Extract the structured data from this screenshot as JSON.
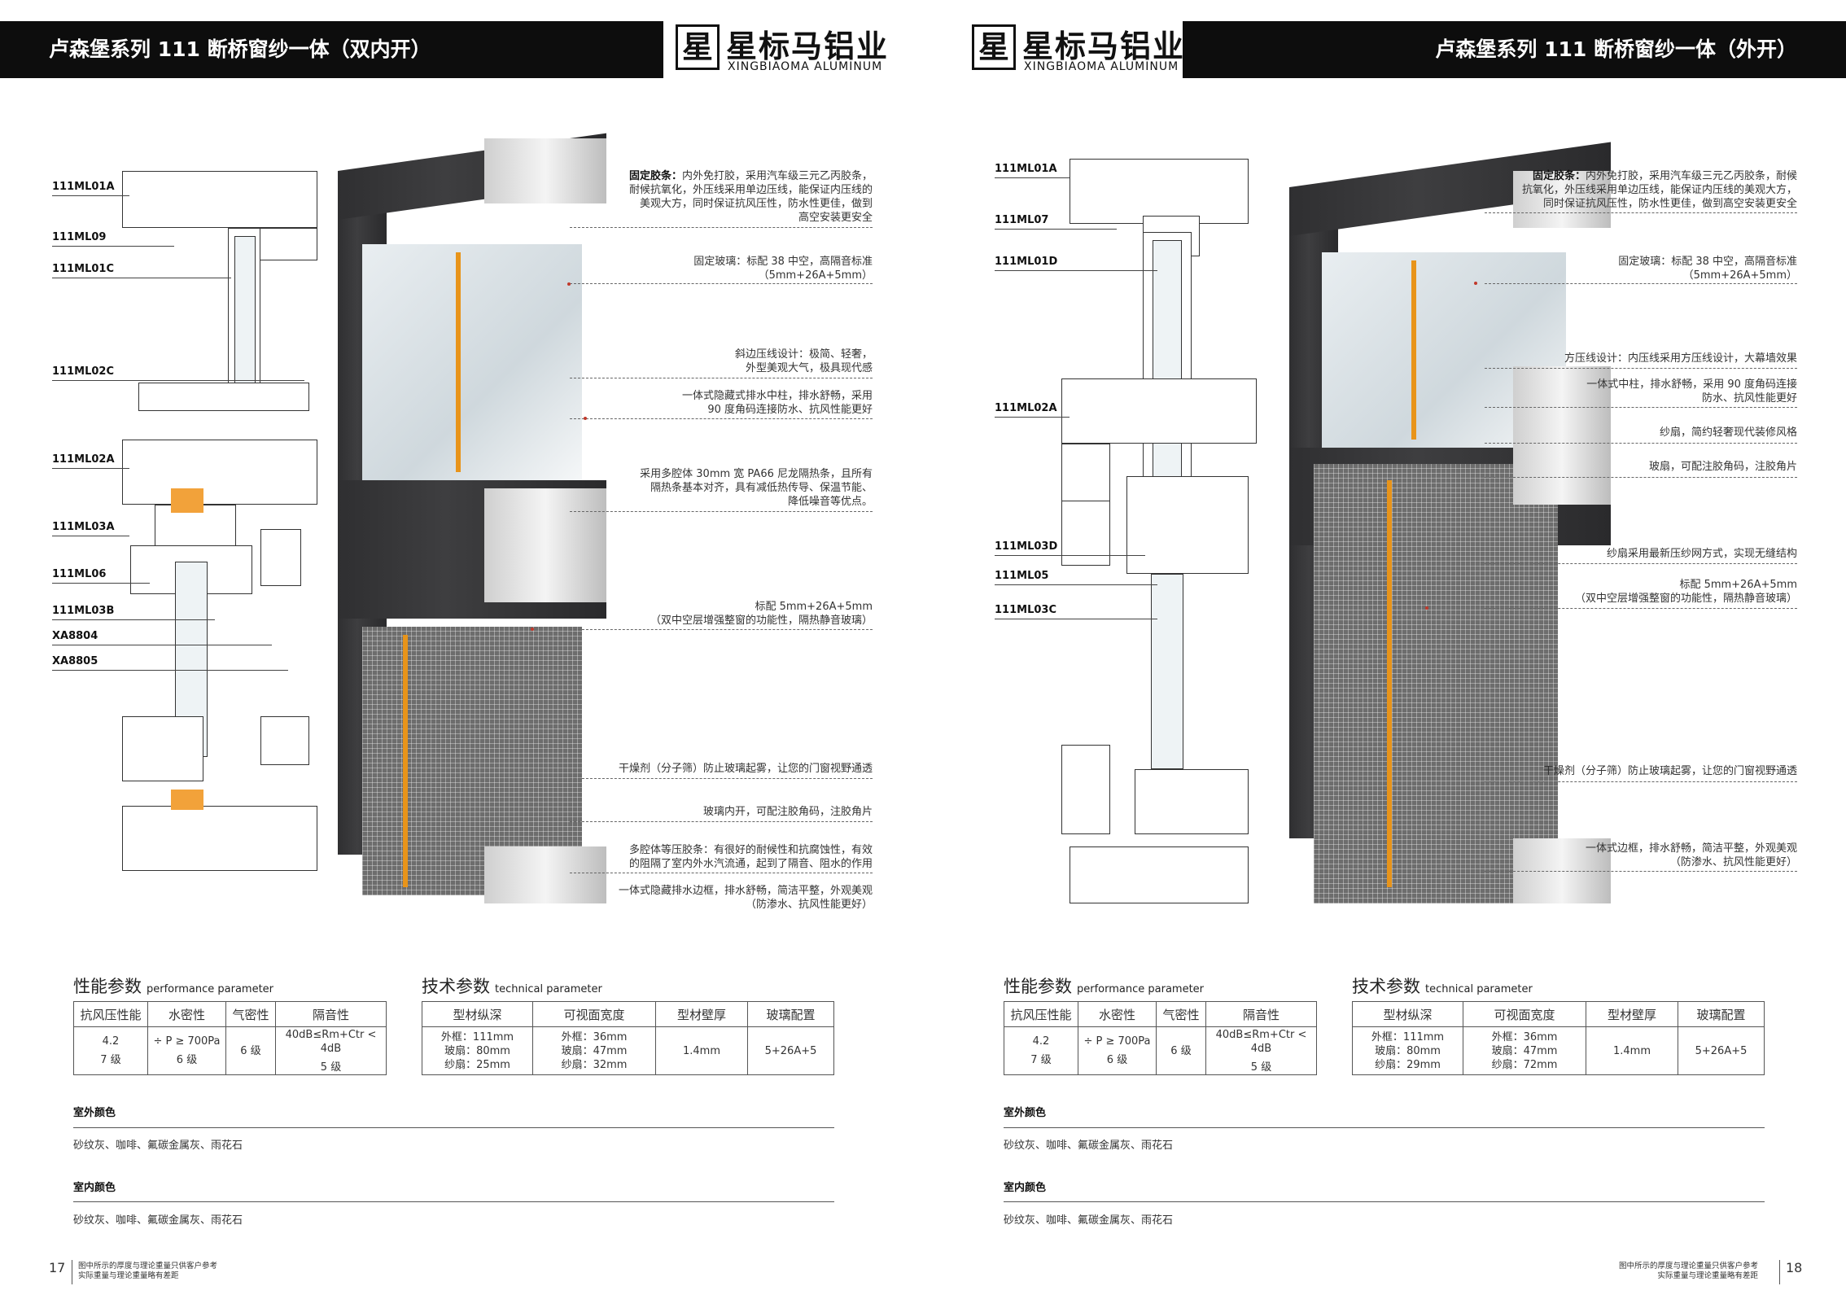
{
  "brand": {
    "name_cn": "星标马铝业",
    "name_en": "XINGBIAOMA ALUMINUM",
    "mark": "星"
  },
  "left": {
    "title": "卢森堡系列 111 断桥窗纱一体（双内开）",
    "labels": [
      "111ML01A",
      "111ML09",
      "111ML01C",
      "111ML02C",
      "111ML02A",
      "111ML03A",
      "111ML06",
      "111ML03B",
      "XA8804",
      "XA8805"
    ],
    "annotations": [
      {
        "bold": "固定胶条：",
        "lines": [
          "内外免打胶，采用汽车级三元乙丙胶条，",
          "耐候抗氧化，外压线采用单边压线，能保证内压线的",
          "美观大方，同时保证抗风压性，防水性更佳，做到",
          "高空安装更安全"
        ]
      },
      {
        "bold": "",
        "lines": [
          "固定玻璃：标配 38 中空，高隔音标准",
          "（5mm+26A+5mm）"
        ]
      },
      {
        "bold": "",
        "lines": [
          "斜边压线设计：极简、轻奢，",
          "外型美观大气，极具现代感"
        ]
      },
      {
        "bold": "",
        "lines": [
          "一体式隐藏式排水中柱，排水舒畅，采用",
          "90 度角码连接防水、抗风性能更好"
        ]
      },
      {
        "bold": "",
        "lines": [
          "采用多腔体 30mm 宽 PA66 尼龙隔热条，且所有",
          "隔热条基本对齐，具有减低热传导、保温节能、",
          "降低噪音等优点。"
        ]
      },
      {
        "bold": "",
        "lines": [
          "标配 5mm+26A+5mm",
          "（双中空层增强整窗的功能性，隔热静音玻璃）"
        ]
      },
      {
        "bold": "",
        "lines": [
          "干燥剂（分子筛）防止玻璃起雾，让您的门窗视野通透"
        ]
      },
      {
        "bold": "",
        "lines": [
          "玻璃内开，可配注胶角码，注胶角片"
        ]
      },
      {
        "bold": "",
        "lines": [
          "多腔体等压胶条：有很好的耐候性和抗腐蚀性，有效",
          "的阻隔了室内外水汽流通，起到了隔音、阻水的作用"
        ]
      },
      {
        "bold": "",
        "lines": [
          "一体式隐藏排水边框，排水舒畅，简洁平整，外观美观",
          "（防渗水、抗风性能更好）"
        ]
      }
    ],
    "perf": {
      "title": "性能参数",
      "title_en": "performance parameter",
      "headers": [
        "抗风压性能",
        "水密性",
        "气密性",
        "隔音性"
      ],
      "values": [
        [
          "4.2",
          "7 级"
        ],
        [
          "÷ P ≥ 700Pa",
          "6 级"
        ],
        [
          "6 级"
        ],
        [
          "40dB≤Rm+Ctr < 4dB",
          "5 级"
        ]
      ]
    },
    "tech": {
      "title": "技术参数",
      "title_en": "technical parameter",
      "headers": [
        "型材纵深",
        "可视面宽度",
        "型材壁厚",
        "玻璃配置"
      ],
      "values": [
        [
          "外框：111mm",
          "玻扇：80mm",
          "纱扇：25mm"
        ],
        [
          "外框：36mm",
          "玻扇：47mm",
          "纱扇：32mm"
        ],
        [
          "1.4mm"
        ],
        [
          "5+26A+5"
        ]
      ]
    },
    "outdoor_label": "室外颜色",
    "outdoor_value": "砂纹灰、咖啡、氟碳金属灰、雨花石",
    "indoor_label": "室内颜色",
    "indoor_value": "砂纹灰、咖啡、氟碳金属灰、雨花石",
    "page": "17",
    "footnote": [
      "图中所示的厚度与理论重量只供客户参考",
      "实际重量与理论重量略有差距"
    ]
  },
  "right": {
    "title": "卢森堡系列 111 断桥窗纱一体（外开）",
    "labels": [
      "111ML01A",
      "111ML07",
      "111ML01D",
      "111ML02A",
      "111ML03D",
      "111ML05",
      "111ML03C"
    ],
    "annotations": [
      {
        "bold": "固定胶条：",
        "lines": [
          "内外免打胶，采用汽车级三元乙丙胶条，耐候",
          "抗氧化，外压线采用单边压线，能保证内压线的美观大方，",
          "同时保证抗风压性，防水性更佳，做到高空安装更安全"
        ]
      },
      {
        "bold": "",
        "lines": [
          "固定玻璃：标配 38 中空，高隔音标准",
          "（5mm+26A+5mm）"
        ]
      },
      {
        "bold": "",
        "lines": [
          "方压线设计：内压线采用方压线设计，大幕墙效果"
        ]
      },
      {
        "bold": "",
        "lines": [
          "一体式中柱，排水舒畅，采用 90 度角码连接",
          "防水、抗风性能更好"
        ]
      },
      {
        "bold": "",
        "lines": [
          "纱扇，简约轻奢现代装修风格"
        ]
      },
      {
        "bold": "",
        "lines": [
          "玻扇，可配注胶角码，注胶角片"
        ]
      },
      {
        "bold": "",
        "lines": [
          "纱扇采用最新压纱网方式，实现无缝结构"
        ]
      },
      {
        "bold": "",
        "lines": [
          "标配 5mm+26A+5mm",
          "（双中空层增强整窗的功能性，隔热静音玻璃）"
        ]
      },
      {
        "bold": "",
        "lines": [
          "干燥剂（分子筛）防止玻璃起雾，让您的门窗视野通透"
        ]
      },
      {
        "bold": "",
        "lines": [
          "一体式边框，排水舒畅，简洁平整，外观美观",
          "（防渗水、抗风性能更好）"
        ]
      }
    ],
    "perf": {
      "title": "性能参数",
      "title_en": "performance parameter",
      "headers": [
        "抗风压性能",
        "水密性",
        "气密性",
        "隔音性"
      ],
      "values": [
        [
          "4.2",
          "7 级"
        ],
        [
          "÷ P ≥ 700Pa",
          "6 级"
        ],
        [
          "6 级"
        ],
        [
          "40dB≤Rm+Ctr < 4dB",
          "5 级"
        ]
      ]
    },
    "tech": {
      "title": "技术参数",
      "title_en": "technical parameter",
      "headers": [
        "型材纵深",
        "可视面宽度",
        "型材壁厚",
        "玻璃配置"
      ],
      "values": [
        [
          "外框：111mm",
          "玻扇：80mm",
          "纱扇：29mm"
        ],
        [
          "外框：36mm",
          "玻扇：47mm",
          "纱扇：72mm"
        ],
        [
          "1.4mm"
        ],
        [
          "5+26A+5"
        ]
      ]
    },
    "outdoor_label": "室外颜色",
    "outdoor_value": "砂纹灰、咖啡、氟碳金属灰、雨花石",
    "indoor_label": "室内颜色",
    "indoor_value": "砂纹灰、咖啡、氟碳金属灰、雨花石",
    "page": "18",
    "footnote": [
      "图中所示的厚度与理论重量只供客户参考",
      "实际重量与理论重量略有差距"
    ]
  }
}
